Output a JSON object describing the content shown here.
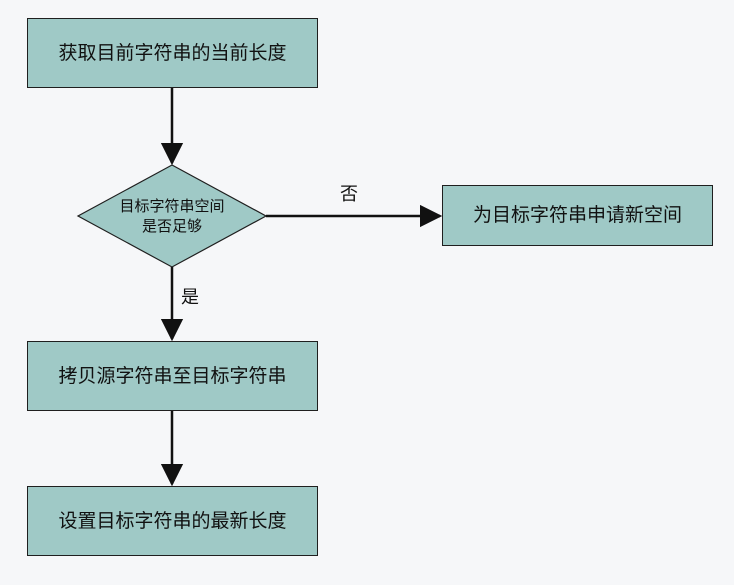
{
  "diagram": {
    "nodes": {
      "get_length": {
        "label": "获取目前字符串的当前长度"
      },
      "check_space": {
        "line1": "目标字符串空间",
        "line2": "是否足够"
      },
      "request_space": {
        "label": "为目标字符串申请新空间"
      },
      "copy_string": {
        "label": "拷贝源字符串至目标字符串"
      },
      "set_length": {
        "label": "设置目标字符串的最新长度"
      }
    },
    "edges": {
      "no_label": "否",
      "yes_label": "是"
    }
  },
  "colors": {
    "box_fill": "#9fc9c6",
    "stroke": "#1f1f1f",
    "background": "#f6f7f9"
  }
}
